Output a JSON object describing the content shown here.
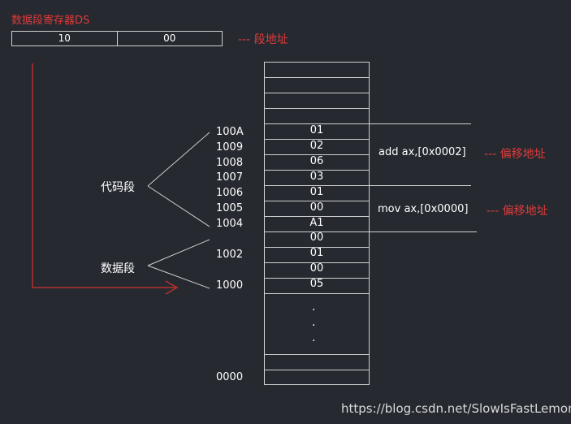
{
  "ds_register": {
    "label": "数据段寄存器DS",
    "cells": [
      "10",
      "00"
    ],
    "note": "---  段地址"
  },
  "memory": {
    "cells": [
      {
        "value": "01",
        "address": "100A"
      },
      {
        "value": "02",
        "address": "1009"
      },
      {
        "value": "06",
        "address": "1008"
      },
      {
        "value": "03",
        "address": "1007"
      },
      {
        "value": "01",
        "address": "1006"
      },
      {
        "value": "00",
        "address": "1005"
      },
      {
        "value": "A1",
        "address": "1004"
      },
      {
        "value": "00",
        "address": ""
      },
      {
        "value": "01",
        "address": "1002"
      },
      {
        "value": "00",
        "address": ""
      },
      {
        "value": "05",
        "address": "1000"
      }
    ],
    "ellipsis": [
      ".",
      ".",
      "."
    ],
    "base_address": "0000"
  },
  "groups": {
    "code": "代码段",
    "data": "数据段"
  },
  "instructions": [
    {
      "text": "add ax,[0x0002]",
      "note": "---  偏移地址"
    },
    {
      "text": "mov ax,[0x0000]",
      "note": "---  偏移地址"
    }
  ],
  "colors": {
    "background": "#262a30",
    "accent": "#e03a3a",
    "line": "#cfcfcf"
  },
  "watermark": "https://blog.csdn.net/SlowIsFastLemon"
}
